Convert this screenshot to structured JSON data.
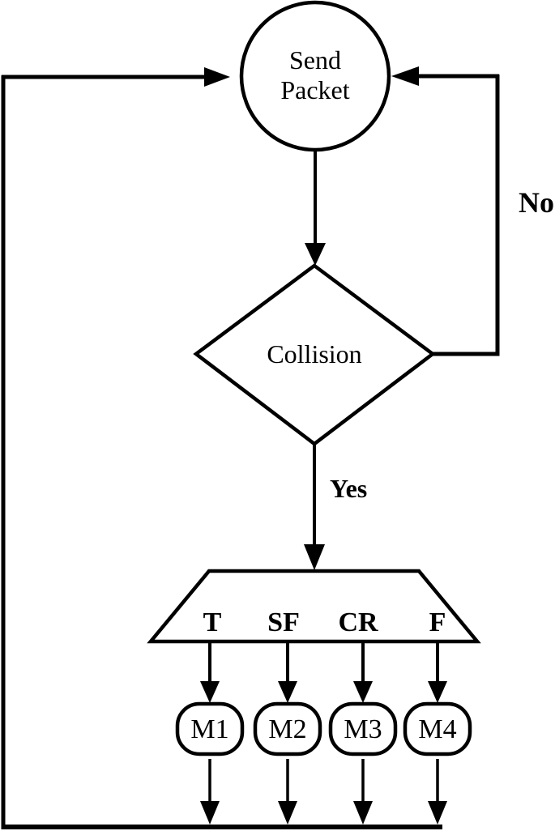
{
  "flowchart": {
    "background_color": "#ffffff",
    "line_color": "#000000",
    "nodes": {
      "send_packet": {
        "shape": "circle",
        "line1": "Send",
        "line2": "Packet"
      },
      "collision": {
        "shape": "diamond",
        "label": "Collision"
      },
      "backoff_selector": {
        "shape": "trapezoid",
        "options": [
          "T",
          "SF",
          "CR",
          "F"
        ]
      },
      "methods": [
        "M1",
        "M2",
        "M3",
        "M4"
      ]
    },
    "edges": {
      "collision_yes": {
        "label": "Yes"
      },
      "collision_no": {
        "label": "No"
      }
    }
  }
}
